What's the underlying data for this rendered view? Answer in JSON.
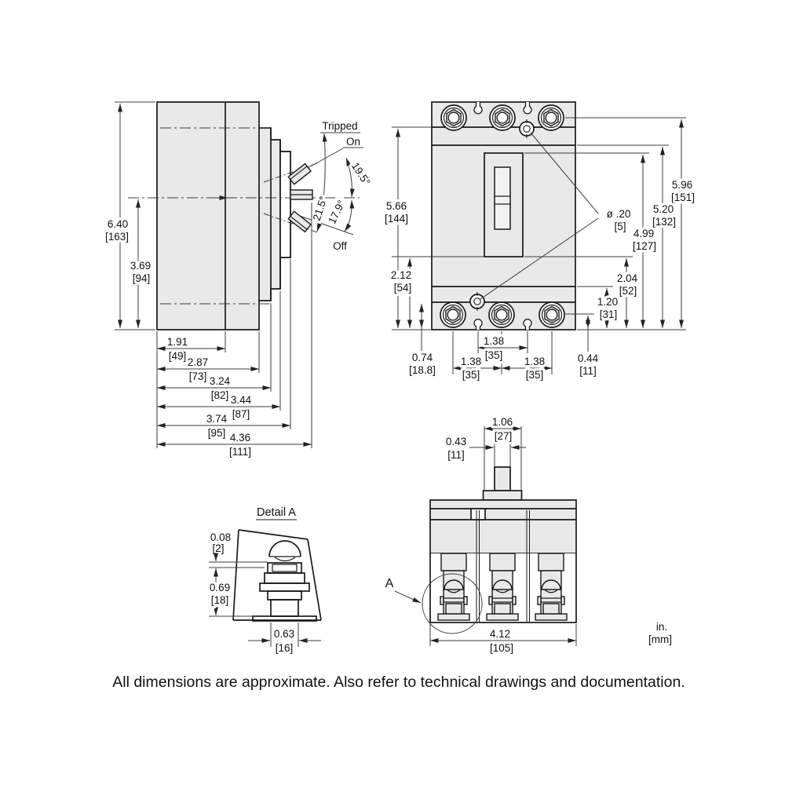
{
  "note": "All dimensions are approximate.  Also refer to technical drawings and documentation.",
  "units": {
    "inches": "in.",
    "millimeters": "[mm]"
  },
  "side_view": {
    "positions": {
      "tripped": "Tripped",
      "on": "On",
      "off": "Off"
    },
    "angles": {
      "angle_upper": "19.5°",
      "angle_middle": "21.5°",
      "angle_lower": "17.9°"
    },
    "dims": {
      "overall_height": {
        "in": "6.40",
        "mm": "[163]"
      },
      "center_height": {
        "in": "3.69",
        "mm": "[94]"
      },
      "depth_1": {
        "in": "1.91",
        "mm": "[49]"
      },
      "depth_2": {
        "in": "2.87",
        "mm": "[73]"
      },
      "depth_3": {
        "in": "3.24",
        "mm": "[82]"
      },
      "depth_4": {
        "in": "3.44",
        "mm": "[87]"
      },
      "depth_5": {
        "in": "3.74",
        "mm": "[95]"
      },
      "depth_6": {
        "in": "4.36",
        "mm": "[111]"
      }
    }
  },
  "front_view": {
    "dims": {
      "body_height": {
        "in": "5.66",
        "mm": "[144]"
      },
      "lower_section": {
        "in": "2.12",
        "mm": "[54]"
      },
      "strip_height": {
        "in": "0.74",
        "mm": "[18.8]"
      },
      "lug_pitch": {
        "in": "1.38",
        "mm": "[35]"
      },
      "lug_edge_offset": {
        "in": "0.44",
        "mm": "[11]"
      },
      "mount_hole_dia": {
        "in": "ø .20",
        "mm": "[5]"
      },
      "overall_height": {
        "in": "5.96",
        "mm": "[151]"
      },
      "height_132": {
        "in": "5.20",
        "mm": "[132]"
      },
      "height_127": {
        "in": "4.99",
        "mm": "[127]"
      },
      "height_52": {
        "in": "2.04",
        "mm": "[52]"
      },
      "height_31": {
        "in": "1.20",
        "mm": "[31]"
      }
    }
  },
  "detail_view": {
    "title": "Detail A",
    "dims": {
      "head_gap": {
        "in": "0.08",
        "mm": "[2]"
      },
      "clamp_depth": {
        "in": "0.69",
        "mm": "[18]"
      },
      "lug_width": {
        "in": "0.63",
        "mm": "[16]"
      }
    }
  },
  "bottom_view": {
    "detail_label": "A",
    "dims": {
      "handle_base_width": {
        "in": "1.06",
        "mm": "[27]"
      },
      "handle_tip_width": {
        "in": "0.43",
        "mm": "[11]"
      },
      "overall_width": {
        "in": "4.12",
        "mm": "[105]"
      }
    }
  }
}
